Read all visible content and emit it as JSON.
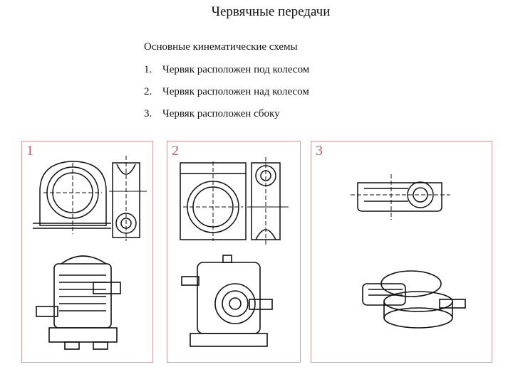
{
  "title": "Червячные передачи",
  "subtitle": "Основные кинематические схемы",
  "items": [
    {
      "num": "1.",
      "text": "Червяк расположен под колесом"
    },
    {
      "num": "2.",
      "text": "Червяк расположен над колесом"
    },
    {
      "num": "3.",
      "text": "Червяк расположен сбоку"
    }
  ],
  "panels": [
    {
      "label": "1",
      "schema_icon": "worm-below-wheel-drawing",
      "photo_icon": "gearbox-photo"
    },
    {
      "label": "2",
      "schema_icon": "worm-above-wheel-drawing",
      "photo_icon": "gearbox-photo"
    },
    {
      "label": "3",
      "schema_icon": "worm-side-drawing",
      "photo_icon": "gearbox-photo"
    }
  ],
  "colors": {
    "panel_border": "#d89a9a",
    "panel_label": "#c06060",
    "ink": "#111111"
  }
}
